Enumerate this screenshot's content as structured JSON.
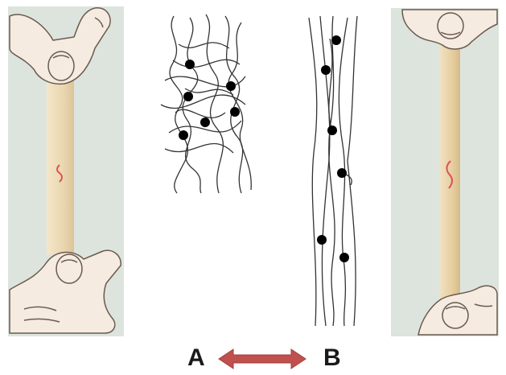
{
  "diagram": {
    "left_label": "A",
    "right_label": "B",
    "arrow": {
      "direction": "both",
      "color": "#c0504d"
    },
    "panels": [
      {
        "name": "relaxed-rubber-band",
        "state": "relaxed"
      },
      {
        "name": "stretched-rubber-band",
        "state": "stretched"
      }
    ],
    "colors": {
      "panel_background": "#dde4de",
      "skin": "#f5ebe0",
      "band": "#e8d6b4",
      "squiggle": "#e0505a",
      "polymer_line": "#333333",
      "crosslink_dot": "#000000"
    }
  }
}
